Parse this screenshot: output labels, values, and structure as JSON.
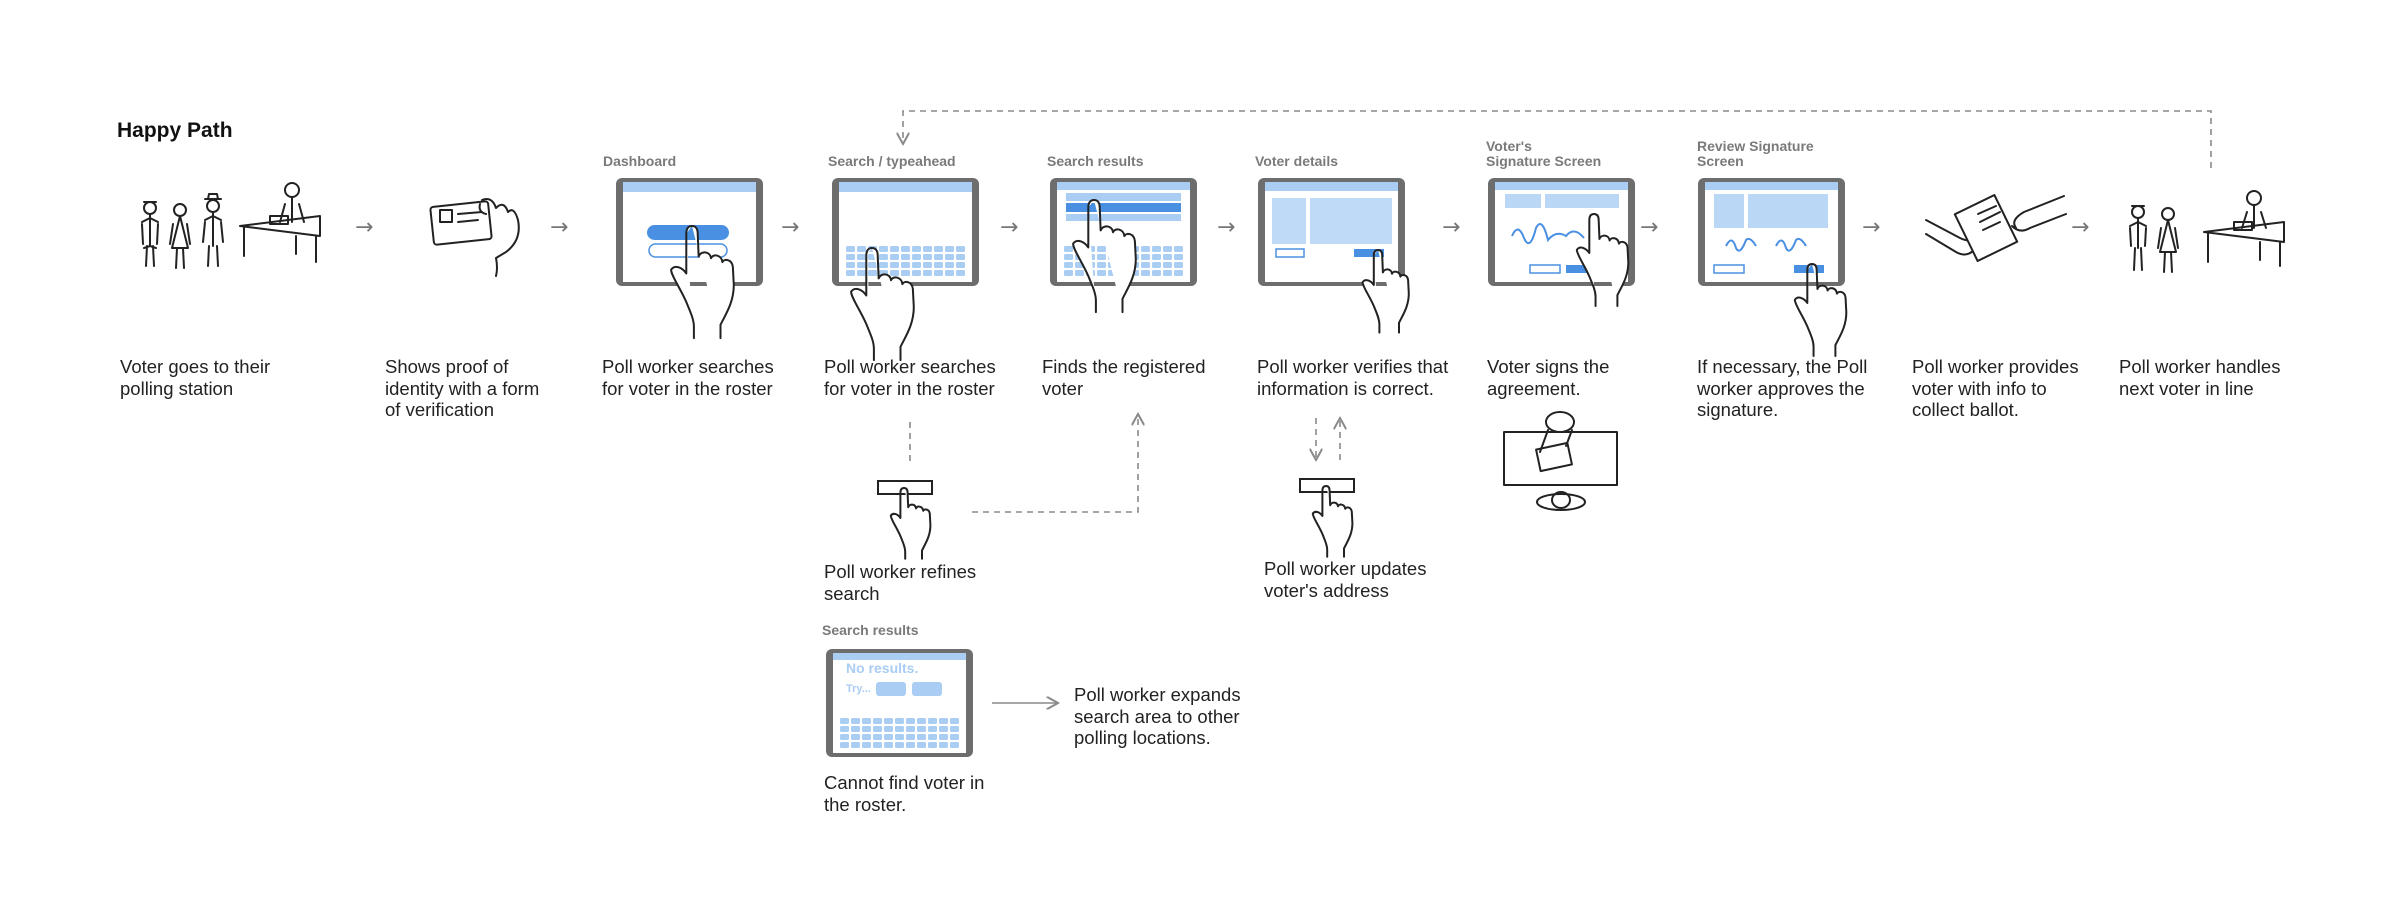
{
  "title": "Happy Path",
  "colors": {
    "accent": "#4a90e2",
    "accent_light": "#a9cdf3",
    "tablet_frame": "#6d6d6d",
    "dash": "#8a8a8a"
  },
  "screens": {
    "dashboard": "Dashboard",
    "search": "Search / typeahead",
    "results": "Search results",
    "details": "Voter details",
    "signature": [
      "Voter's",
      "Signature Screen"
    ],
    "review": [
      "Review Signature",
      "Screen"
    ],
    "results_empty": "Search results"
  },
  "no_results": {
    "title": "No results.",
    "try": "Try..."
  },
  "steps": [
    [
      "Voter goes to their",
      "polling station"
    ],
    [
      "Shows proof of",
      "identity with a form",
      "of verification"
    ],
    [
      "Poll worker searches",
      "for voter in the roster"
    ],
    [
      "Poll worker searches",
      "for voter in the roster"
    ],
    [
      "Finds the registered",
      "voter"
    ],
    [
      "Poll worker verifies that",
      "information is correct."
    ],
    [
      "Voter signs the",
      "agreement."
    ],
    [
      "If necessary, the Poll",
      "worker approves the",
      "signature."
    ],
    [
      "Poll worker provides",
      "voter with info to",
      "collect ballot."
    ],
    [
      "Poll worker handles",
      "next voter in line"
    ]
  ],
  "branches": {
    "refine": [
      "Poll worker refines",
      "search"
    ],
    "update": [
      "Poll worker updates",
      "voter's address"
    ],
    "not_found": [
      "Cannot find voter in",
      "the roster."
    ],
    "expand": [
      "Poll worker expands",
      "search area to other",
      "polling locations."
    ]
  },
  "icons": [
    "people-queue-icon",
    "id-card-hand-icon",
    "ballot-handoff-icon",
    "signing-table-icon",
    "tap-hand-icon"
  ]
}
